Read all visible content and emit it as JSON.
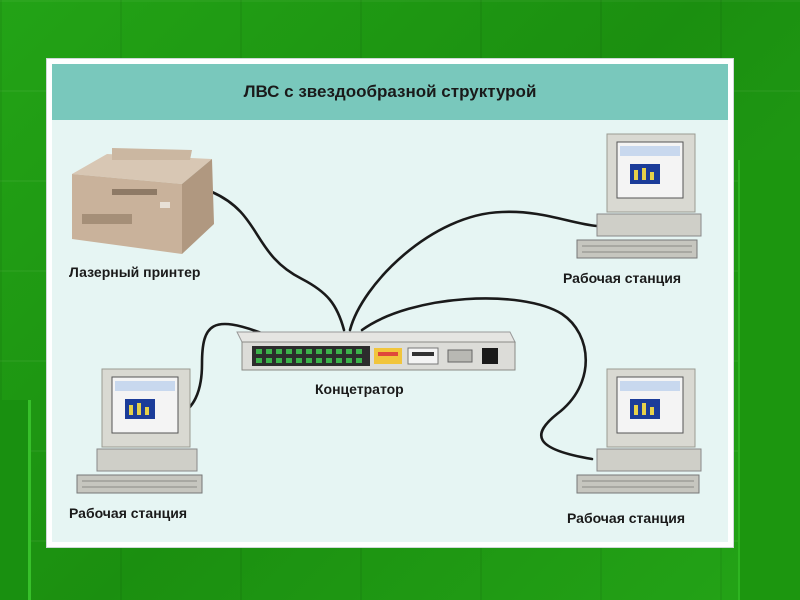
{
  "slide": {
    "background": "#1f9a12",
    "title_band_color": "#79c8bc"
  },
  "diagram": {
    "title": "ЛВС с звездообразной структурой",
    "nodes": {
      "printer": {
        "label": "Лазерный принтер",
        "icon": "printer-icon"
      },
      "hub": {
        "label": "Концетратор",
        "icon": "hub-icon"
      },
      "workstation_top_right": {
        "label": "Рабочая станция",
        "icon": "workstation-icon"
      },
      "workstation_bottom_left": {
        "label": "Рабочая станция",
        "icon": "workstation-icon"
      },
      "workstation_bottom_right": {
        "label": "Рабочая станция",
        "icon": "workstation-icon"
      }
    },
    "connections": [
      {
        "from": "hub",
        "to": "printer"
      },
      {
        "from": "hub",
        "to": "workstation_top_right"
      },
      {
        "from": "hub",
        "to": "workstation_bottom_left"
      },
      {
        "from": "hub",
        "to": "workstation_bottom_right"
      }
    ]
  }
}
